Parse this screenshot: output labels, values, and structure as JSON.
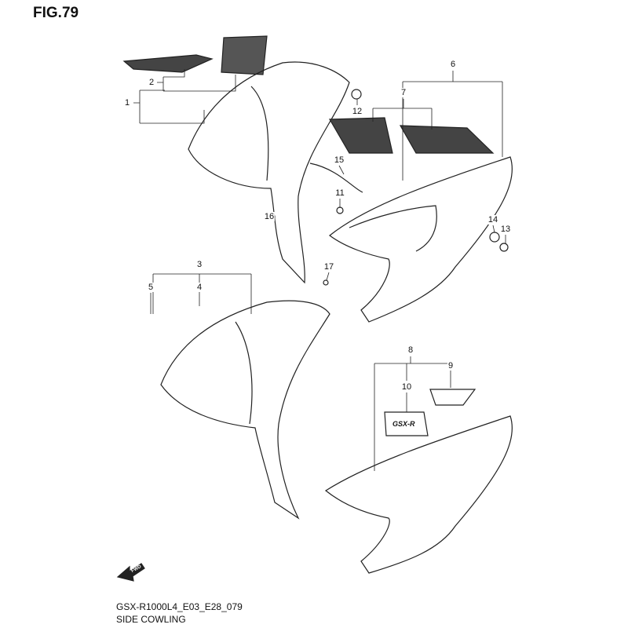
{
  "figure_title": "FIG.79",
  "model_code": "GSX-R1000L4_E03_E28_079",
  "section_name": "SIDE COWLING",
  "fwd_arrow_text": "FWD",
  "decal_text": "GSX-R",
  "callouts": [
    "1",
    "2",
    "3",
    "4",
    "5",
    "6",
    "7",
    "8",
    "9",
    "10",
    "11",
    "12",
    "13",
    "14",
    "15",
    "16",
    "17"
  ]
}
